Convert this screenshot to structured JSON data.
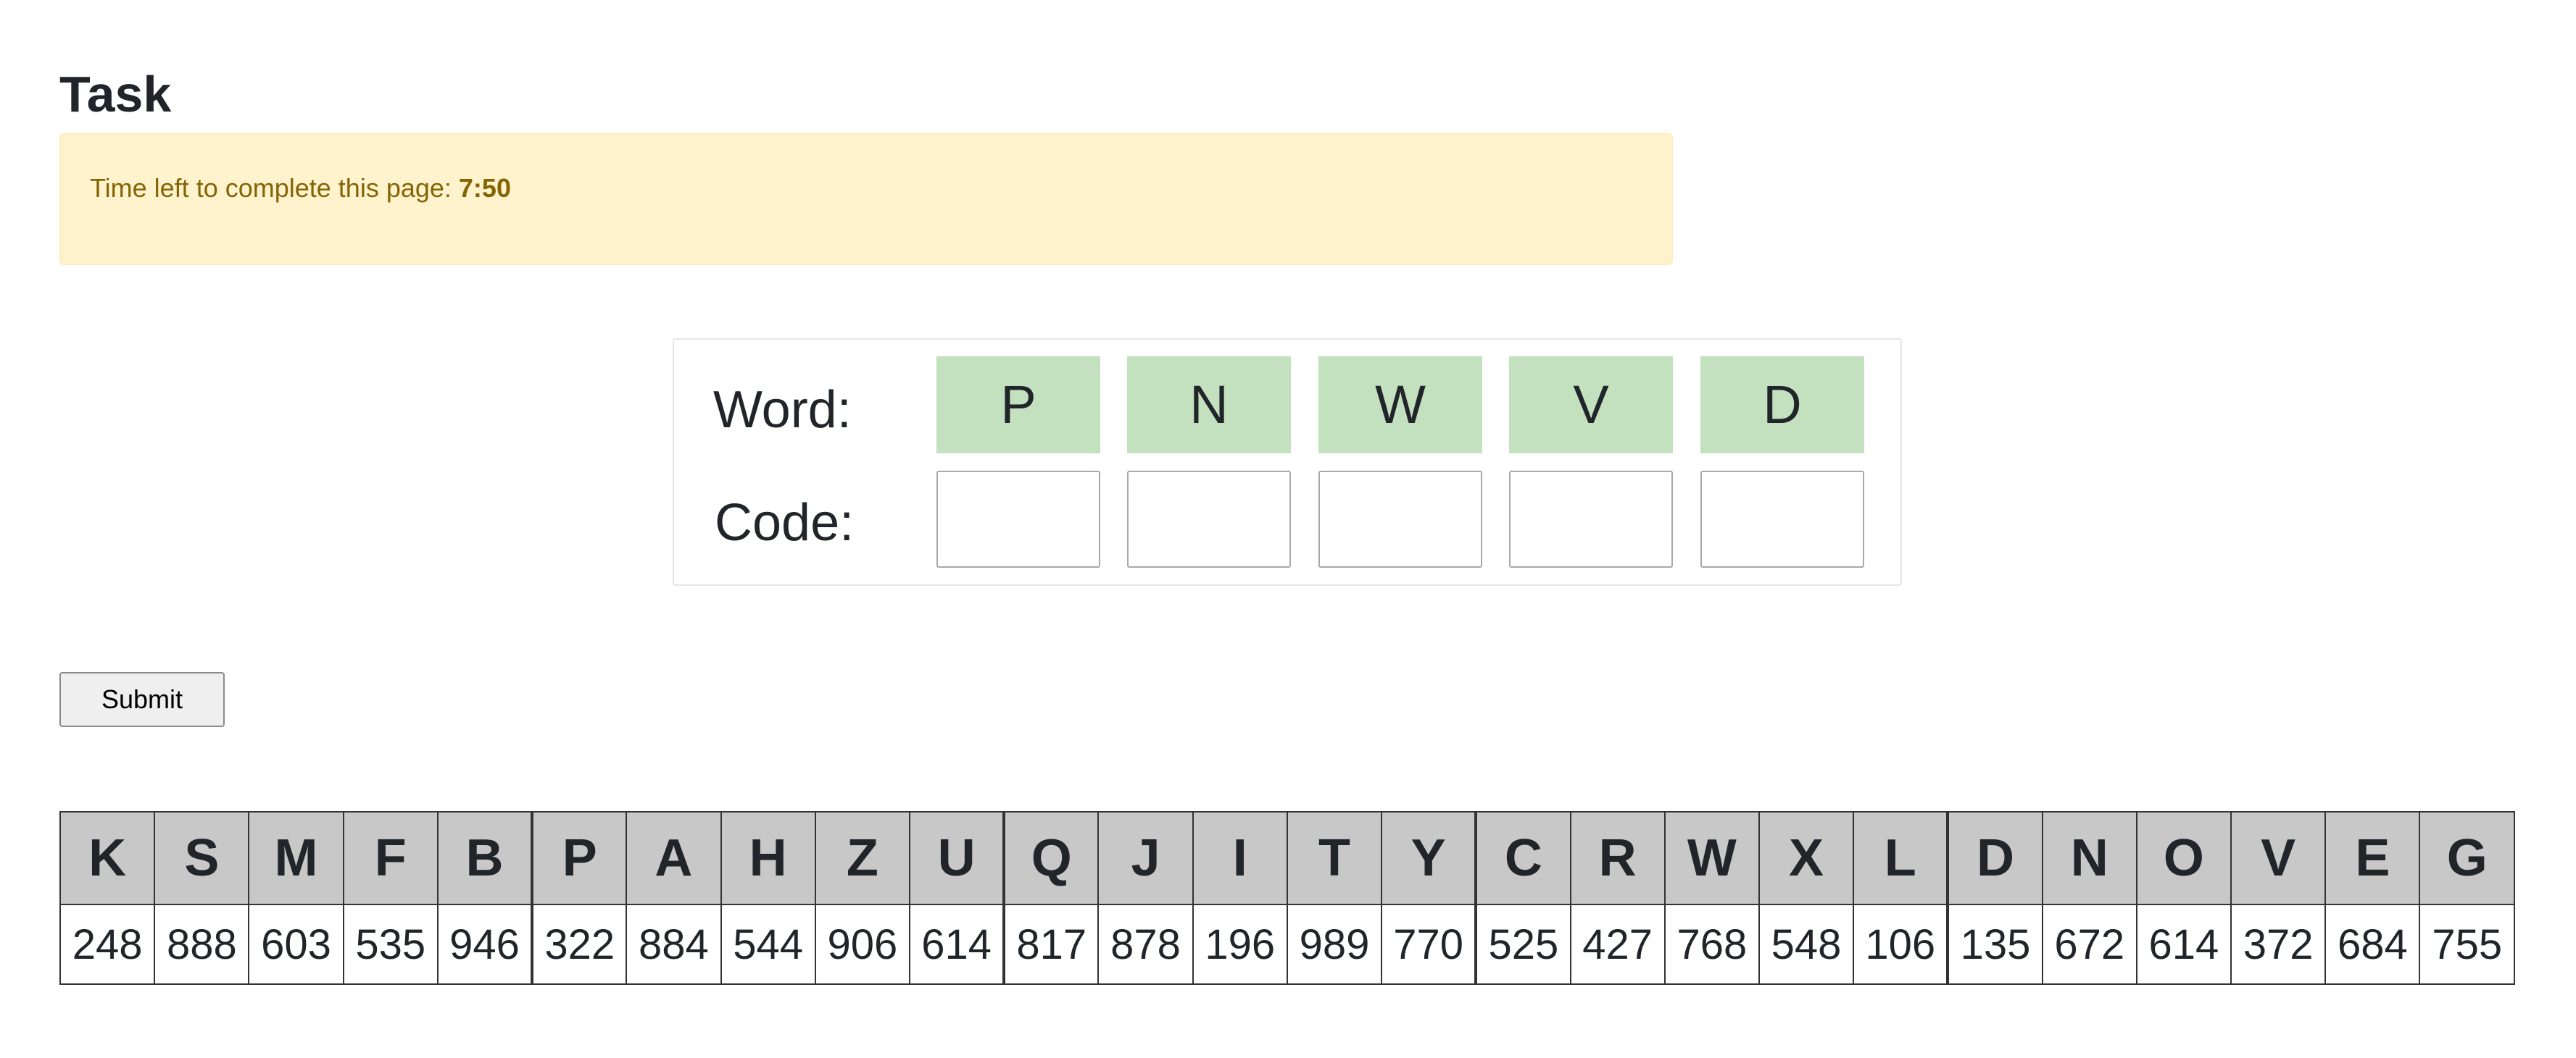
{
  "page": {
    "title": "Task"
  },
  "timer": {
    "label": "Time left to complete this page: ",
    "value": "7:50"
  },
  "word_panel": {
    "word_label": "Word:",
    "code_label": "Code:",
    "letters": [
      "P",
      "N",
      "W",
      "V",
      "D"
    ],
    "code_values": [
      "",
      "",
      "",
      "",
      ""
    ]
  },
  "submit": {
    "label": "Submit"
  },
  "lookup": {
    "letters": [
      "K",
      "S",
      "M",
      "F",
      "B",
      "P",
      "A",
      "H",
      "Z",
      "U",
      "Q",
      "J",
      "I",
      "T",
      "Y",
      "C",
      "R",
      "W",
      "X",
      "L",
      "D",
      "N",
      "O",
      "V",
      "E",
      "G"
    ],
    "codes": [
      "248",
      "888",
      "603",
      "535",
      "946",
      "322",
      "884",
      "544",
      "906",
      "614",
      "817",
      "878",
      "196",
      "989",
      "770",
      "525",
      "427",
      "768",
      "548",
      "106",
      "135",
      "672",
      "614",
      "372",
      "684",
      "755"
    ]
  },
  "colors": {
    "timer_background": "#fff3cd",
    "timer_text": "#856404",
    "letter_cell": "#c3e0bf",
    "table_header": "#c8c8c8"
  }
}
